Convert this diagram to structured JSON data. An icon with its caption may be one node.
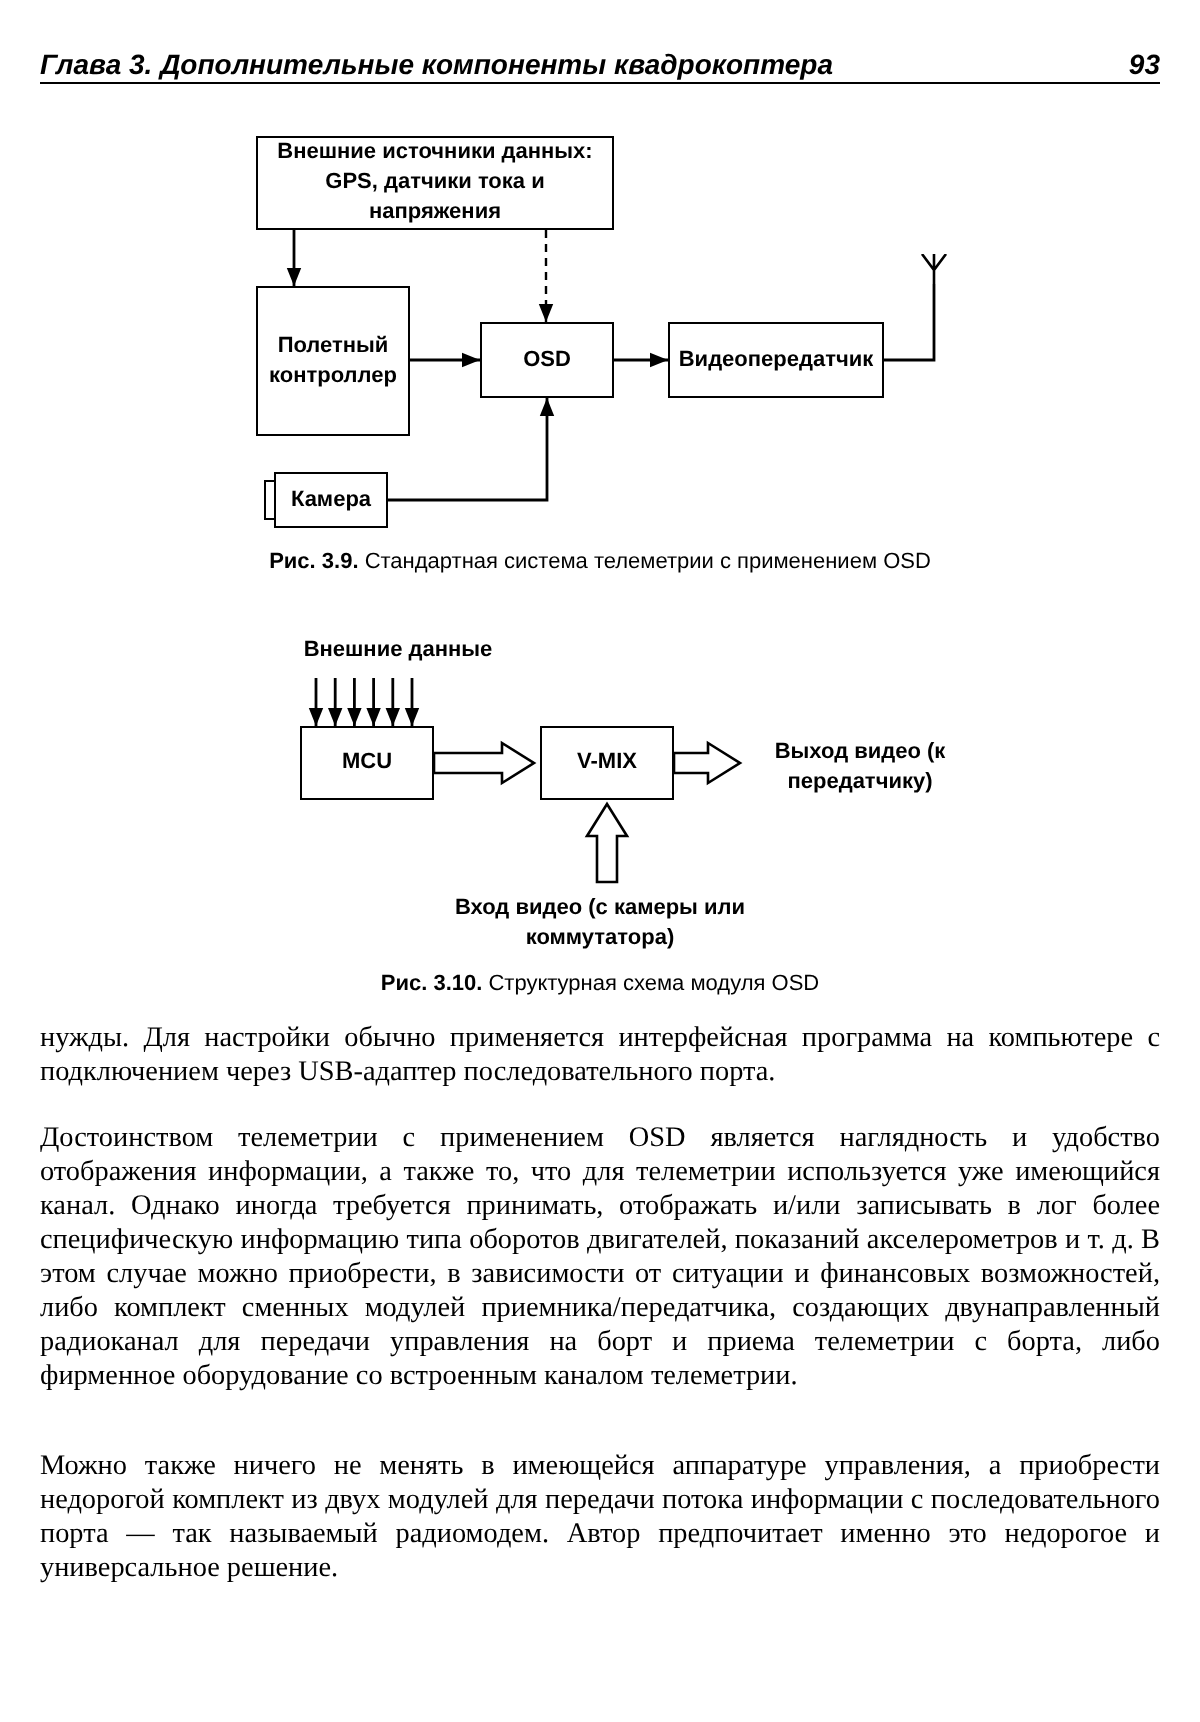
{
  "diagram": {
    "nodes": [
      {
        "text": [
          "Внешние источники данных: GPS, датчики тока и напряжения"
        ]
      },
      {
        "text": [
          "Полетный контроллер"
        ]
      },
      {
        "text": [
          "OSD"
        ]
      },
      {
        "text": [
          "Видеопередатчик"
        ]
      },
      {
        "text": [
          "Камера"
        ]
      },
      {
        "text": [],
        "shape": "antenna"
      },
      {
        "text": [
          "Внешние данные"
        ]
      },
      {
        "text": [
          "MCU"
        ]
      },
      {
        "text": [
          "V-MIX"
        ]
      },
      {
        "text": [
          "Выход видео (к передатчику)"
        ]
      },
      {
        "text": [
          "Вход видео (с камеры или коммутатора)"
        ]
      }
    ],
    "edges": [
      {
        "from": 0,
        "to": 1,
        "arrow": "to"
      },
      {
        "from": 0,
        "to": 2,
        "arrow": "to",
        "style": "dashed"
      },
      {
        "from": 1,
        "to": 2,
        "arrow": "to"
      },
      {
        "from": 2,
        "to": 3,
        "arrow": "to"
      },
      {
        "from": 4,
        "to": 2,
        "arrow": "to"
      },
      {
        "from": 3,
        "to": 5,
        "arrow": "none"
      },
      {
        "from": 6,
        "to": 7,
        "arrow": "to"
      },
      {
        "from": 6,
        "to": 7,
        "arrow": "to"
      },
      {
        "from": 6,
        "to": 7,
        "arrow": "to"
      },
      {
        "from": 6,
        "to": 7,
        "arrow": "to"
      },
      {
        "from": 6,
        "to": 7,
        "arrow": "to"
      },
      {
        "from": 6,
        "to": 7,
        "arrow": "to"
      },
      {
        "from": 7,
        "to": 8,
        "arrow": "to",
        "style": "thick"
      },
      {
        "from": 8,
        "to": 9,
        "arrow": "to",
        "style": "thick"
      },
      {
        "from": 10,
        "to": 8,
        "arrow": "to",
        "style": "thick"
      }
    ],
    "labels": [
      "Глава 3. Дополнительные компоненты квадрокоптера",
      "93",
      "**Рис. 3.9.** Стандартная система телеметрии с применением OSD",
      "**Рис. 3.10.** Структурная схема модуля OSD",
      "нужды. Для настройки обычно применяется интерфейсная программа на компьютере с подключением через USB-адаптер последовательного порта.",
      "Достоинством телеметрии с применением OSD является наглядность и удобство отображения информации, а также то, что для телеметрии используется уже имеющийся канал. Однако иногда требуется принимать, отображать и/или записывать в лог более специфическую информацию типа оборотов двигателей, показаний акселерометров и т. д. В этом случае можно приобрести, в зависимости от ситуации и финансовых возможностей, либо комплект сменных модулей приемника/передатчика, создающих двунаправленный радиоканал для передачи управления на борт и приема телеметрии с борта, либо фирменное оборудование со встроенным каналом телеметрии.",
      "Можно также ничего не менять в имеющейся аппаратуре управления, а приобрести недорогой комплект из двух модулей для передачи потока информации с последовательного порта — так называемый радиомодем. Автор предпочитает именно это недорогое и универсальное решение."
    ]
  }
}
